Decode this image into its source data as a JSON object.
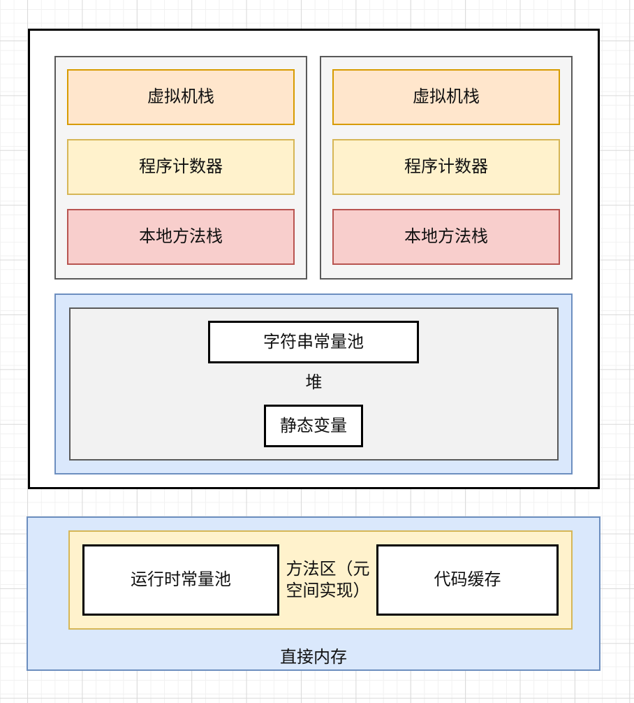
{
  "runtime_data_area": {
    "thread_stacks": [
      {
        "vm_stack": "虚拟机栈",
        "program_counter": "程序计数器",
        "native_method_stack": "本地方法栈"
      },
      {
        "vm_stack": "虚拟机栈",
        "program_counter": "程序计数器",
        "native_method_stack": "本地方法栈"
      }
    ],
    "heap": {
      "label": "堆",
      "string_constant_pool": "字符串常量池",
      "static_variables": "静态变量"
    }
  },
  "off_heap": {
    "direct_memory_label": "直接内存",
    "method_area": {
      "label": "方法区（元空间实现）",
      "runtime_constant_pool": "运行时常量池",
      "code_cache": "代码缓存"
    }
  },
  "colors": {
    "orange_fill": "#FFE6CC",
    "orange_stroke": "#D79B00",
    "yellow_fill": "#FFF2CC",
    "yellow_stroke": "#D6B656",
    "red_fill": "#F8CECC",
    "red_stroke": "#B85450",
    "blue_fill": "#DAE8FC",
    "blue_stroke": "#6C8EBF",
    "gray_fill": "#F5F5F5",
    "gray_stroke": "#595959",
    "box_stroke": "#000000",
    "text": "#111111"
  }
}
